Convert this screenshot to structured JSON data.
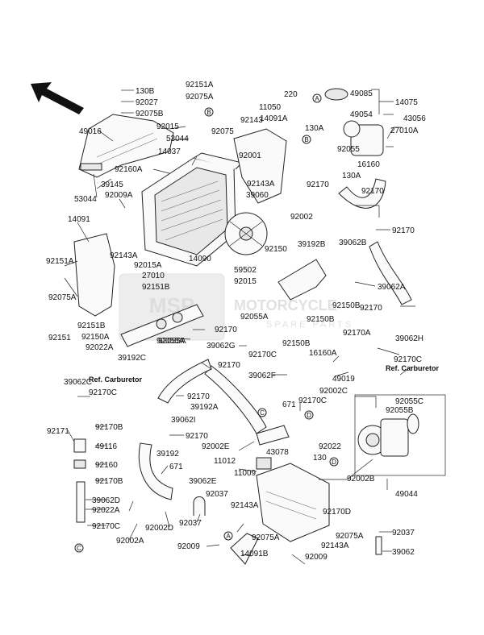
{
  "diagram": {
    "watermark": {
      "line1": "MOTORCYCLE",
      "line2": "SPARE PARTS",
      "logo": "MSP"
    },
    "refs": {
      "carb_left": "Ref. Carburetor",
      "carb_right": "Ref. Carburetor"
    },
    "callouts": {
      "A": "A",
      "B": "B",
      "C": "C",
      "D": "D"
    },
    "labels": {
      "l_130B": "130B",
      "l_92027": "92027",
      "l_92075B": "92075B",
      "l_49016": "49016",
      "l_92015a": "92015",
      "l_53044a": "53044",
      "l_14037": "14037",
      "l_92160A": "92160A",
      "l_39145": "39145",
      "l_53044b": "53044",
      "l_92009A": "92009A",
      "l_14091": "14091",
      "l_92151A": "92151A",
      "l_92143Aa": "92143A",
      "l_92015A": "92015A",
      "l_27010": "27010",
      "l_92151B": "92151B",
      "l_92075Aa": "92075A",
      "l_92151Ba": "92151B",
      "l_92150A": "92150A",
      "l_92151": "92151",
      "l_92022A": "92022A",
      "l_39192C": "39192C",
      "l_92055Aa": "92055A",
      "l_14090": "14090",
      "l_92151Ab": "92151A",
      "l_92075Ab": "92075A",
      "l_92075": "92075",
      "l_92143": "92143",
      "l_92001": "92001",
      "l_92143Ab": "92143A",
      "l_39060": "39060",
      "l_59502": "59502",
      "l_92015b": "92015",
      "l_92150": "92150",
      "l_220": "220",
      "l_11050": "11050",
      "l_14091A": "14091A",
      "l_130A": "130A",
      "l_92170a": "92170",
      "l_92002": "92002",
      "l_49085": "49085",
      "l_14075": "14075",
      "l_49054": "49054",
      "l_43056": "43056",
      "l_27010A": "27010A",
      "l_92055": "92055",
      "l_16160": "16160",
      "l_130Ab": "130A",
      "l_92170b": "92170",
      "l_39062B": "39062B",
      "l_92170c": "92170",
      "l_39192B": "39192B",
      "l_39062A": "39062A",
      "l_92055Ab": "92055A",
      "l_92150Ba": "92150B",
      "l_92150Bb": "92150B",
      "l_92170d": "92170",
      "l_92170A": "92170A",
      "l_39062H": "39062H",
      "l_92150Bc": "92150B",
      "l_92170C": "92170C",
      "l_16160A": "16160A",
      "l_92170Ca": "92170C",
      "l_39062F": "39062F",
      "l_49019": "49019",
      "l_92170Cb": "92170C",
      "l_92002C": "92002C",
      "l_92055C": "92055C",
      "l_92055B": "92055B",
      "l_671a": "671",
      "l_92170e": "92170",
      "l_92055Ac": "92055A",
      "l_39062G": "39062G",
      "l_92170f": "92170",
      "l_39192A": "39192A",
      "l_92170g": "92170",
      "l_39062I": "39062I",
      "l_92170h": "92170",
      "l_39062C": "39062C",
      "l_92170Cc": "92170C",
      "l_92170B": "92170B",
      "l_92171": "92171",
      "l_49116": "49116",
      "l_92160": "92160",
      "l_92170Ba": "92170B",
      "l_39062D": "39062D",
      "l_92022Ab": "92022A",
      "l_92170Cd": "92170C",
      "l_92002A": "92002A",
      "l_92002D": "92002D",
      "l_39192": "39192",
      "l_671b": "671",
      "l_92002E": "92002E",
      "l_43078": "43078",
      "l_11012": "11012",
      "l_11009": "11009",
      "l_39062E": "39062E",
      "l_92037a": "92037",
      "l_92037b": "92037",
      "l_92143Ac": "92143A",
      "l_92009a": "92009",
      "l_14091B": "14091B",
      "l_92075Ac": "92075A",
      "l_92143Ad": "92143A",
      "l_92009b": "92009",
      "l_92075Ad": "92075A",
      "l_92022": "92022",
      "l_130": "130",
      "l_92002B": "92002B",
      "l_92170D": "92170D",
      "l_49044": "49044",
      "l_92037c": "92037",
      "l_39062": "39062"
    }
  },
  "colors": {
    "line": "#222222",
    "watermark": "#c8c8c8"
  }
}
